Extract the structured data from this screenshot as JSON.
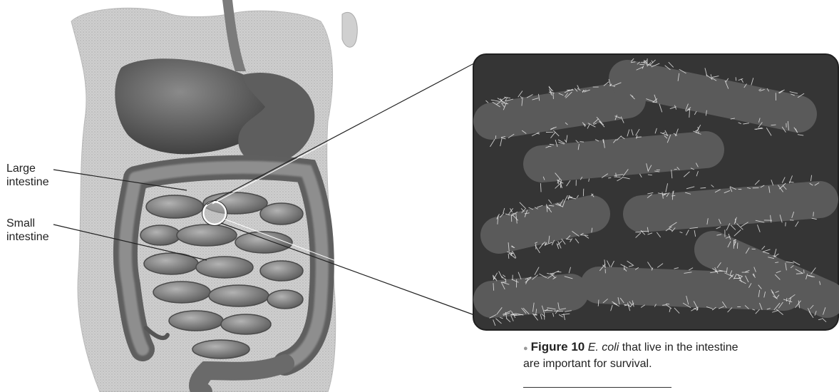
{
  "labels": {
    "large_intestine_line1": "Large",
    "large_intestine_line2": "intestine",
    "small_intestine_line1": "Small",
    "small_intestine_line2": "intestine"
  },
  "caption": {
    "figure_number": "Figure 10",
    "species": "E. coli",
    "text_line1": "that live in the intestine",
    "text_line2": "are important for survival."
  },
  "colors": {
    "micrograph_background": "#3a3a3a",
    "bacteria_body": "#5a5a5a",
    "pili": "#e8e8e8",
    "anatomy_shading": "#6e6e6e"
  }
}
